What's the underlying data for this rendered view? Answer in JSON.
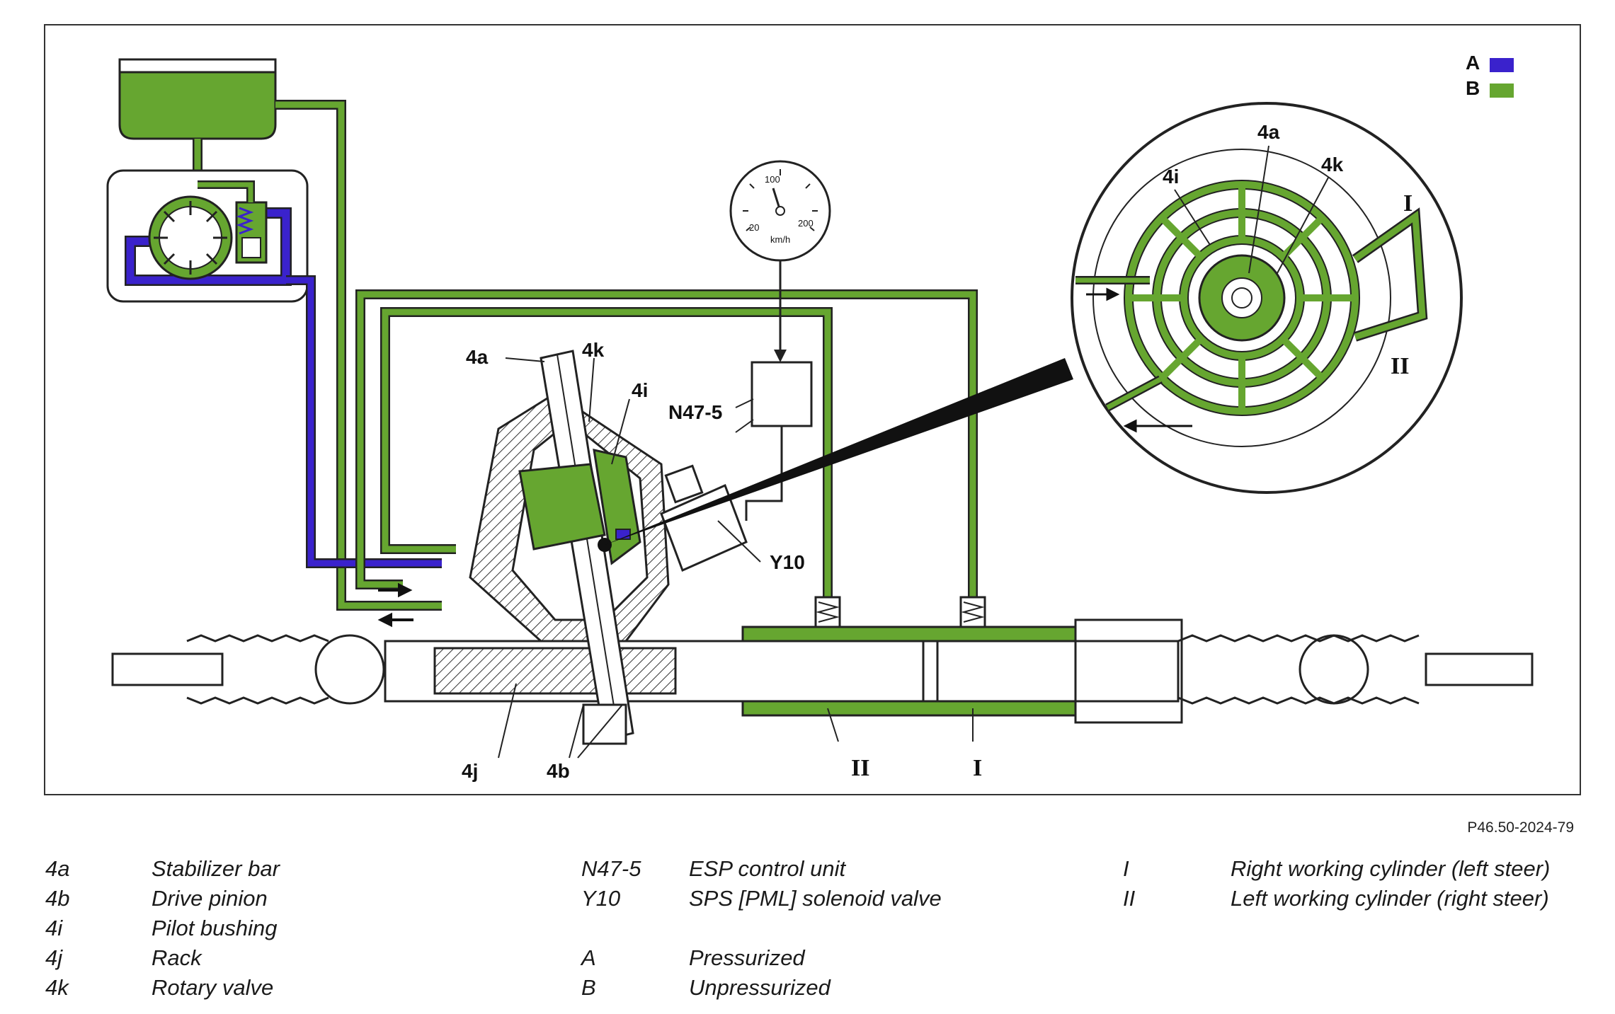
{
  "figure": {
    "reference": "P46.50-2024-79",
    "callouts": {
      "a4a": "4a",
      "a4k": "4k",
      "a4i": "4i",
      "a4j": "4j",
      "a4b": "4b",
      "n47_5": "N47-5",
      "y10": "Y10",
      "roman_ii": "II",
      "roman_i": "I"
    },
    "inset_callouts": {
      "c4i": "4i",
      "c4a": "4a",
      "c4k": "4k",
      "roman_i": "I",
      "roman_ii": "II"
    },
    "speedometer": {
      "tick_20": "20",
      "tick_100": "100",
      "tick_200": "200",
      "unit": "km/h"
    },
    "color_key": {
      "a_label": "A",
      "a_color": "#3a22cc",
      "b_label": "B",
      "b_color": "#66a630"
    },
    "colors": {
      "pressurized": "#3a22cc",
      "unpressurized": "#66a630",
      "outline": "#222222"
    }
  },
  "legend": {
    "col1": [
      {
        "code": "4a",
        "text": "Stabilizer bar"
      },
      {
        "code": "4b",
        "text": "Drive pinion"
      },
      {
        "code": "4i",
        "text": "Pilot bushing"
      },
      {
        "code": "4j",
        "text": "Rack"
      },
      {
        "code": "4k",
        "text": "Rotary valve"
      }
    ],
    "col2": [
      {
        "code": "N47-5",
        "text": "ESP control unit"
      },
      {
        "code": "Y10",
        "text": "SPS [PML] solenoid valve"
      },
      {
        "code": "",
        "text": ""
      },
      {
        "code": "A",
        "text": "Pressurized"
      },
      {
        "code": "B",
        "text": "Unpressurized"
      }
    ],
    "col3": [
      {
        "code": "I",
        "text": "Right working cylinder (left steer)"
      },
      {
        "code": "II",
        "text": "Left working cylinder (right steer)"
      }
    ]
  }
}
